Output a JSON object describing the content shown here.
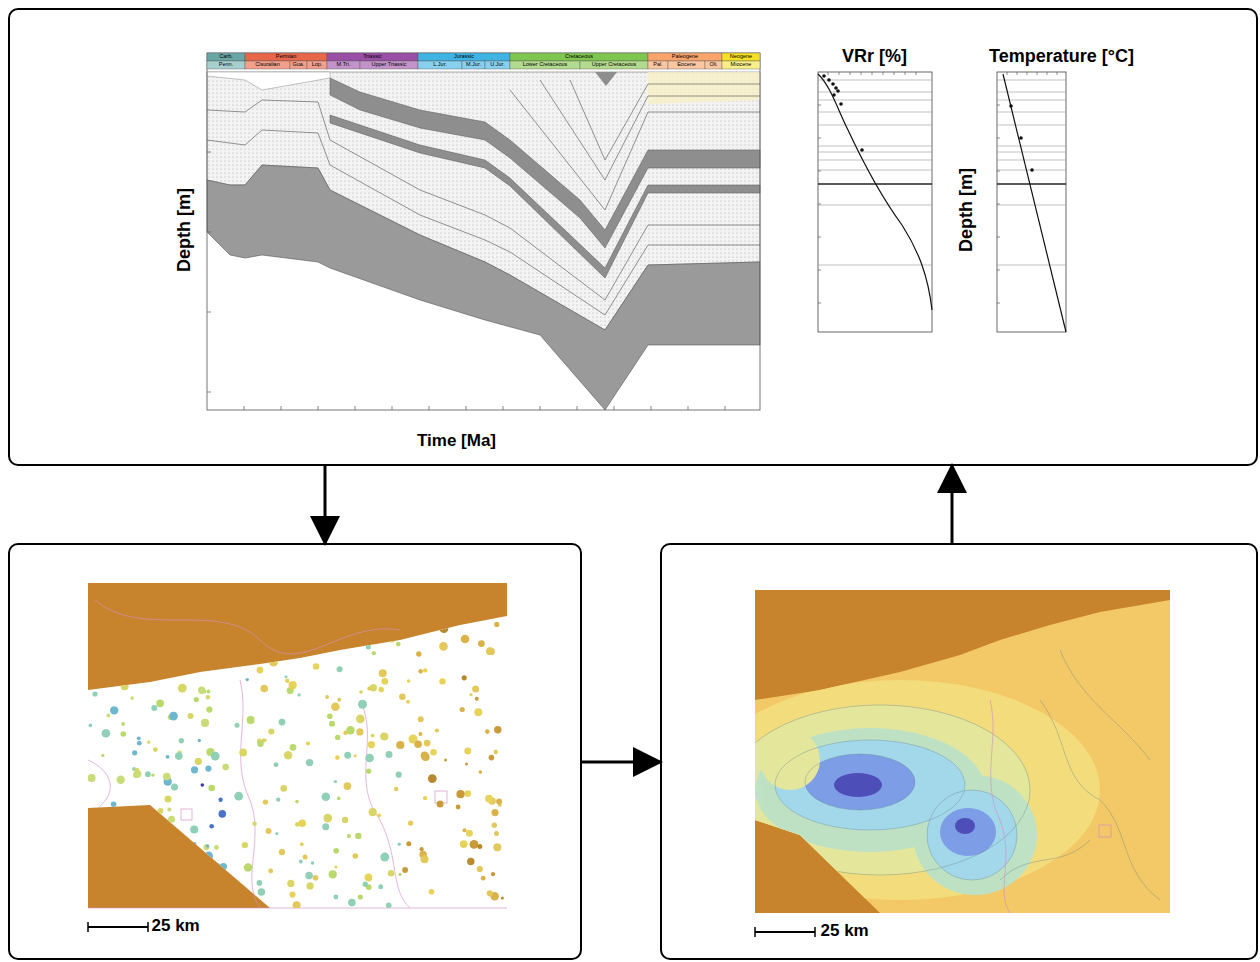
{
  "diagram": {
    "nodes": [
      {
        "text": [
          "Depth [m]",
          "Time [Ma]",
          "VRr [%]",
          "Temperature [°C]",
          "Depth [m]"
        ]
      },
      {
        "text": [
          "25 km"
        ]
      },
      {
        "text": [
          "25 km"
        ]
      }
    ],
    "edges": [
      {
        "from": 0,
        "to": 1,
        "arrow": "to"
      },
      {
        "from": 1,
        "to": 2,
        "arrow": "to"
      },
      {
        "from": 2,
        "to": 0,
        "arrow": "to"
      }
    ],
    "labels": [
      "Carb.",
      "Permian",
      "Triassic",
      "Jurassic",
      "Cretaceous",
      "Paleogene",
      "Neogene",
      "Penn.",
      "Cisuralian",
      "Gua.",
      "Lop.",
      "M.Tri.",
      "Upper Triassic",
      "L.Jur.",
      "M.Jur.",
      "U.Jur.",
      "Lower Cretaceous",
      "Upper Cretaceous",
      "Pal.",
      "Eocene",
      "Oli.",
      "Miocene"
    ]
  }
}
